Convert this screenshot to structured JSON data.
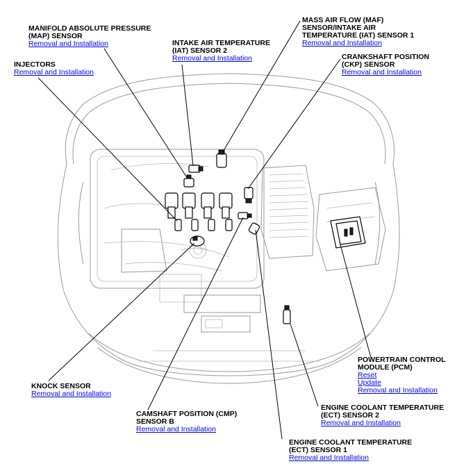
{
  "labels": {
    "map": {
      "title": [
        "MANIFOLD ABSOLUTE PRESSURE",
        "(MAP) SENSOR"
      ],
      "links": [
        "Removal and Installation"
      ]
    },
    "injectors": {
      "title": [
        "INJECTORS"
      ],
      "links": [
        "Removal and Installation"
      ]
    },
    "iat2": {
      "title": [
        "INTAKE AIR TEMPERATURE",
        "(IAT) SENSOR 2"
      ],
      "links": [
        "Removal and Installation"
      ]
    },
    "maf": {
      "title": [
        "MASS AIR FLOW (MAF)",
        "SENSOR/INTAKE AIR",
        "TEMPERATURE (IAT) SENSOR 1"
      ],
      "links": [
        "Removal and Installation"
      ]
    },
    "ckp": {
      "title": [
        "CRANKSHAFT POSITION",
        "(CKP) SENSOR"
      ],
      "links": [
        "Removal and Installation"
      ]
    },
    "pcm": {
      "title": [
        "POWERTRAIN CONTROL",
        "MODULE (PCM)"
      ],
      "links": [
        "Reset",
        "Update",
        "Removal and Installation"
      ]
    },
    "knock": {
      "title": [
        "KNOCK SENSOR"
      ],
      "links": [
        "Removal and Installation"
      ]
    },
    "cmp": {
      "title": [
        "CAMSHAFT POSITION (CMP)",
        "SENSOR B"
      ],
      "links": [
        "Removal and Installation"
      ]
    },
    "ect2": {
      "title": [
        "ENGINE COOLANT TEMPERATURE",
        "(ECT) SENSOR 2"
      ],
      "links": [
        "Removal and Installation"
      ]
    },
    "ect1": {
      "title": [
        "ENGINE COOLANT TEMPERATURE",
        "(ECT) SENSOR 1"
      ],
      "links": [
        "Removal and Installation"
      ]
    }
  }
}
